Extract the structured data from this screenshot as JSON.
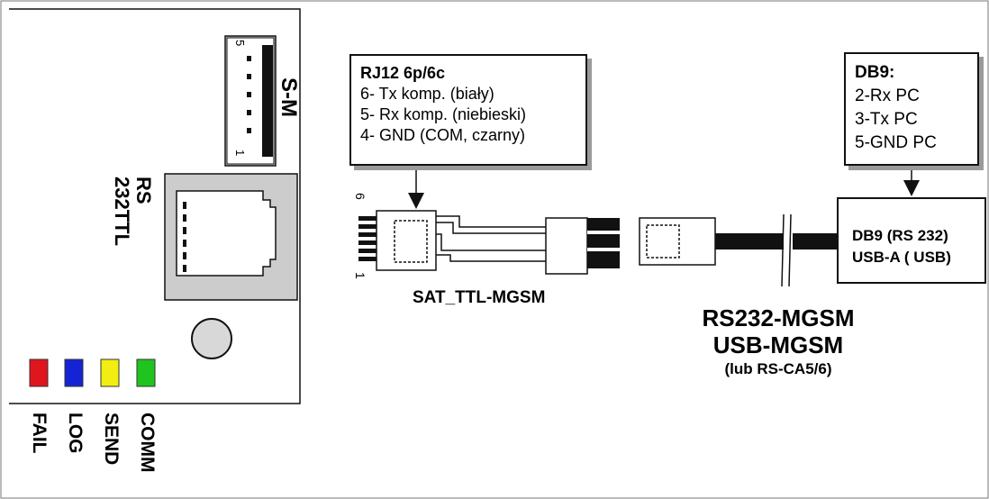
{
  "module": {
    "connector_sm_label": "S-M",
    "pin_top": "5",
    "pin_bottom": "1",
    "rs232_label_line1": "RS",
    "rs232_label_line2": "232TTL",
    "leds": [
      {
        "name": "FAIL",
        "color": "#e0161e"
      },
      {
        "name": "LOG",
        "color": "#1424d4"
      },
      {
        "name": "SEND",
        "color": "#f2ee12"
      },
      {
        "name": "COMM",
        "color": "#20c41e"
      }
    ]
  },
  "rj12_box": {
    "title": "RJ12 6p/6c",
    "lines": [
      "6- Tx komp. (biały)",
      "5- Rx komp. (niebieski)",
      "4- GND (COM, czarny)"
    ]
  },
  "db9_box": {
    "title": "DB9:",
    "lines": [
      "2-Rx PC",
      "3-Tx PC",
      "5-GND PC"
    ]
  },
  "plug": {
    "pin6": "6",
    "pin1": "1"
  },
  "cable_ttl_label": "SAT_TTL-MGSM",
  "cable_rs_labels": [
    "RS232-MGSM",
    "USB-MGSM",
    "(lub RS-CA5/6)"
  ],
  "pc_box": {
    "line1": "DB9 (RS 232)",
    "line2": "USB-A ( USB)"
  },
  "colors": {
    "outline": "#111111",
    "rj_gray": "#cccccc",
    "shadow": "#9a9a9a"
  }
}
